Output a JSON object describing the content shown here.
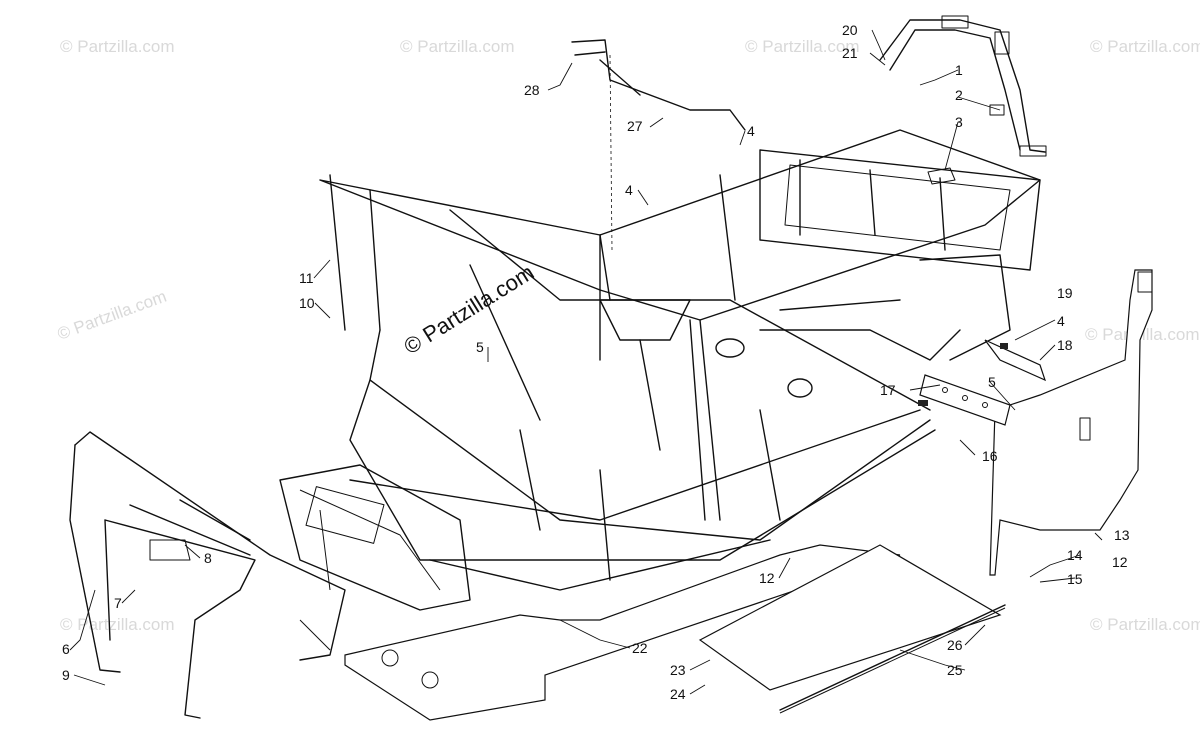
{
  "watermark": {
    "tile_text": "© Partzilla.com",
    "center_text": "© Partzilla.com"
  },
  "callouts": [
    {
      "id": "c1",
      "label": "1"
    },
    {
      "id": "c2",
      "label": "2"
    },
    {
      "id": "c3",
      "label": "3"
    },
    {
      "id": "c4a",
      "label": "4"
    },
    {
      "id": "c4b",
      "label": "4"
    },
    {
      "id": "c4c",
      "label": "4"
    },
    {
      "id": "c5a",
      "label": "5"
    },
    {
      "id": "c5b",
      "label": "5"
    },
    {
      "id": "c6",
      "label": "6"
    },
    {
      "id": "c7",
      "label": "7"
    },
    {
      "id": "c8",
      "label": "8"
    },
    {
      "id": "c9",
      "label": "9"
    },
    {
      "id": "c10",
      "label": "10"
    },
    {
      "id": "c11",
      "label": "11"
    },
    {
      "id": "c12a",
      "label": "12"
    },
    {
      "id": "c12b",
      "label": "12"
    },
    {
      "id": "c13",
      "label": "13"
    },
    {
      "id": "c14",
      "label": "14"
    },
    {
      "id": "c15",
      "label": "15"
    },
    {
      "id": "c16",
      "label": "16"
    },
    {
      "id": "c17",
      "label": "17"
    },
    {
      "id": "c18",
      "label": "18"
    },
    {
      "id": "c19",
      "label": "19"
    },
    {
      "id": "c20",
      "label": "20"
    },
    {
      "id": "c21",
      "label": "21"
    },
    {
      "id": "c22",
      "label": "22"
    },
    {
      "id": "c23",
      "label": "23"
    },
    {
      "id": "c24",
      "label": "24"
    },
    {
      "id": "c25",
      "label": "25"
    },
    {
      "id": "c26",
      "label": "26"
    },
    {
      "id": "c27",
      "label": "27"
    },
    {
      "id": "c28",
      "label": "28"
    }
  ]
}
